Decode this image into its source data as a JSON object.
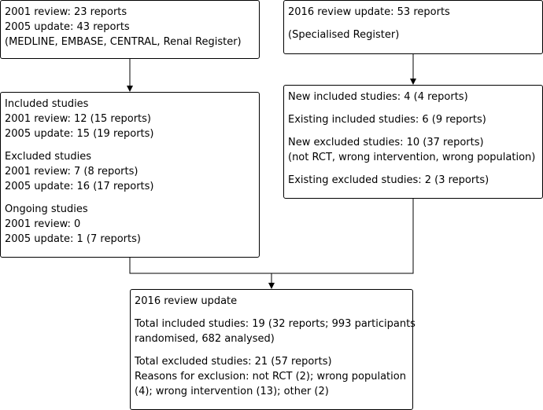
{
  "boxes": {
    "search2001": {
      "lines": [
        "2001 review: 23 reports",
        "2005 update: 43 reports",
        "(MEDLINE, EMBASE, CENTRAL, Renal Register)"
      ]
    },
    "search2016": {
      "groups": [
        [
          "2016 review update: 53 reports"
        ],
        [
          "(Specialised Register)"
        ]
      ]
    },
    "studies2005": {
      "groups": [
        [
          "Included studies",
          "2001 review: 12 (15 reports)",
          "2005 update: 15 (19 reports)"
        ],
        [
          "Excluded studies",
          "2001 review: 7 (8 reports)",
          "2005 update: 16 (17 reports)"
        ],
        [
          "Ongoing studies",
          "2001 review: 0",
          "2005 update: 1 (7 reports)"
        ]
      ]
    },
    "studies2016": {
      "groups": [
        [
          "New included studies: 4 (4 reports)"
        ],
        [
          "Existing included studies: 6 (9 reports)"
        ],
        [
          "New excluded studies: 10 (37 reports)",
          "(not RCT, wrong intervention, wrong population)"
        ],
        [
          "Existing excluded studies: 2 (3 reports)"
        ]
      ]
    },
    "final2016": {
      "groups": [
        [
          "2016 review update"
        ],
        [
          "Total included studies: 19 (32 reports; 993 participants",
          "randomised, 682 analysed)"
        ],
        [
          "Total excluded studies: 21 (57 reports)",
          "Reasons for exclusion: not RCT (2); wrong population",
          "(4); wrong intervention (13); other (2)"
        ]
      ]
    }
  }
}
